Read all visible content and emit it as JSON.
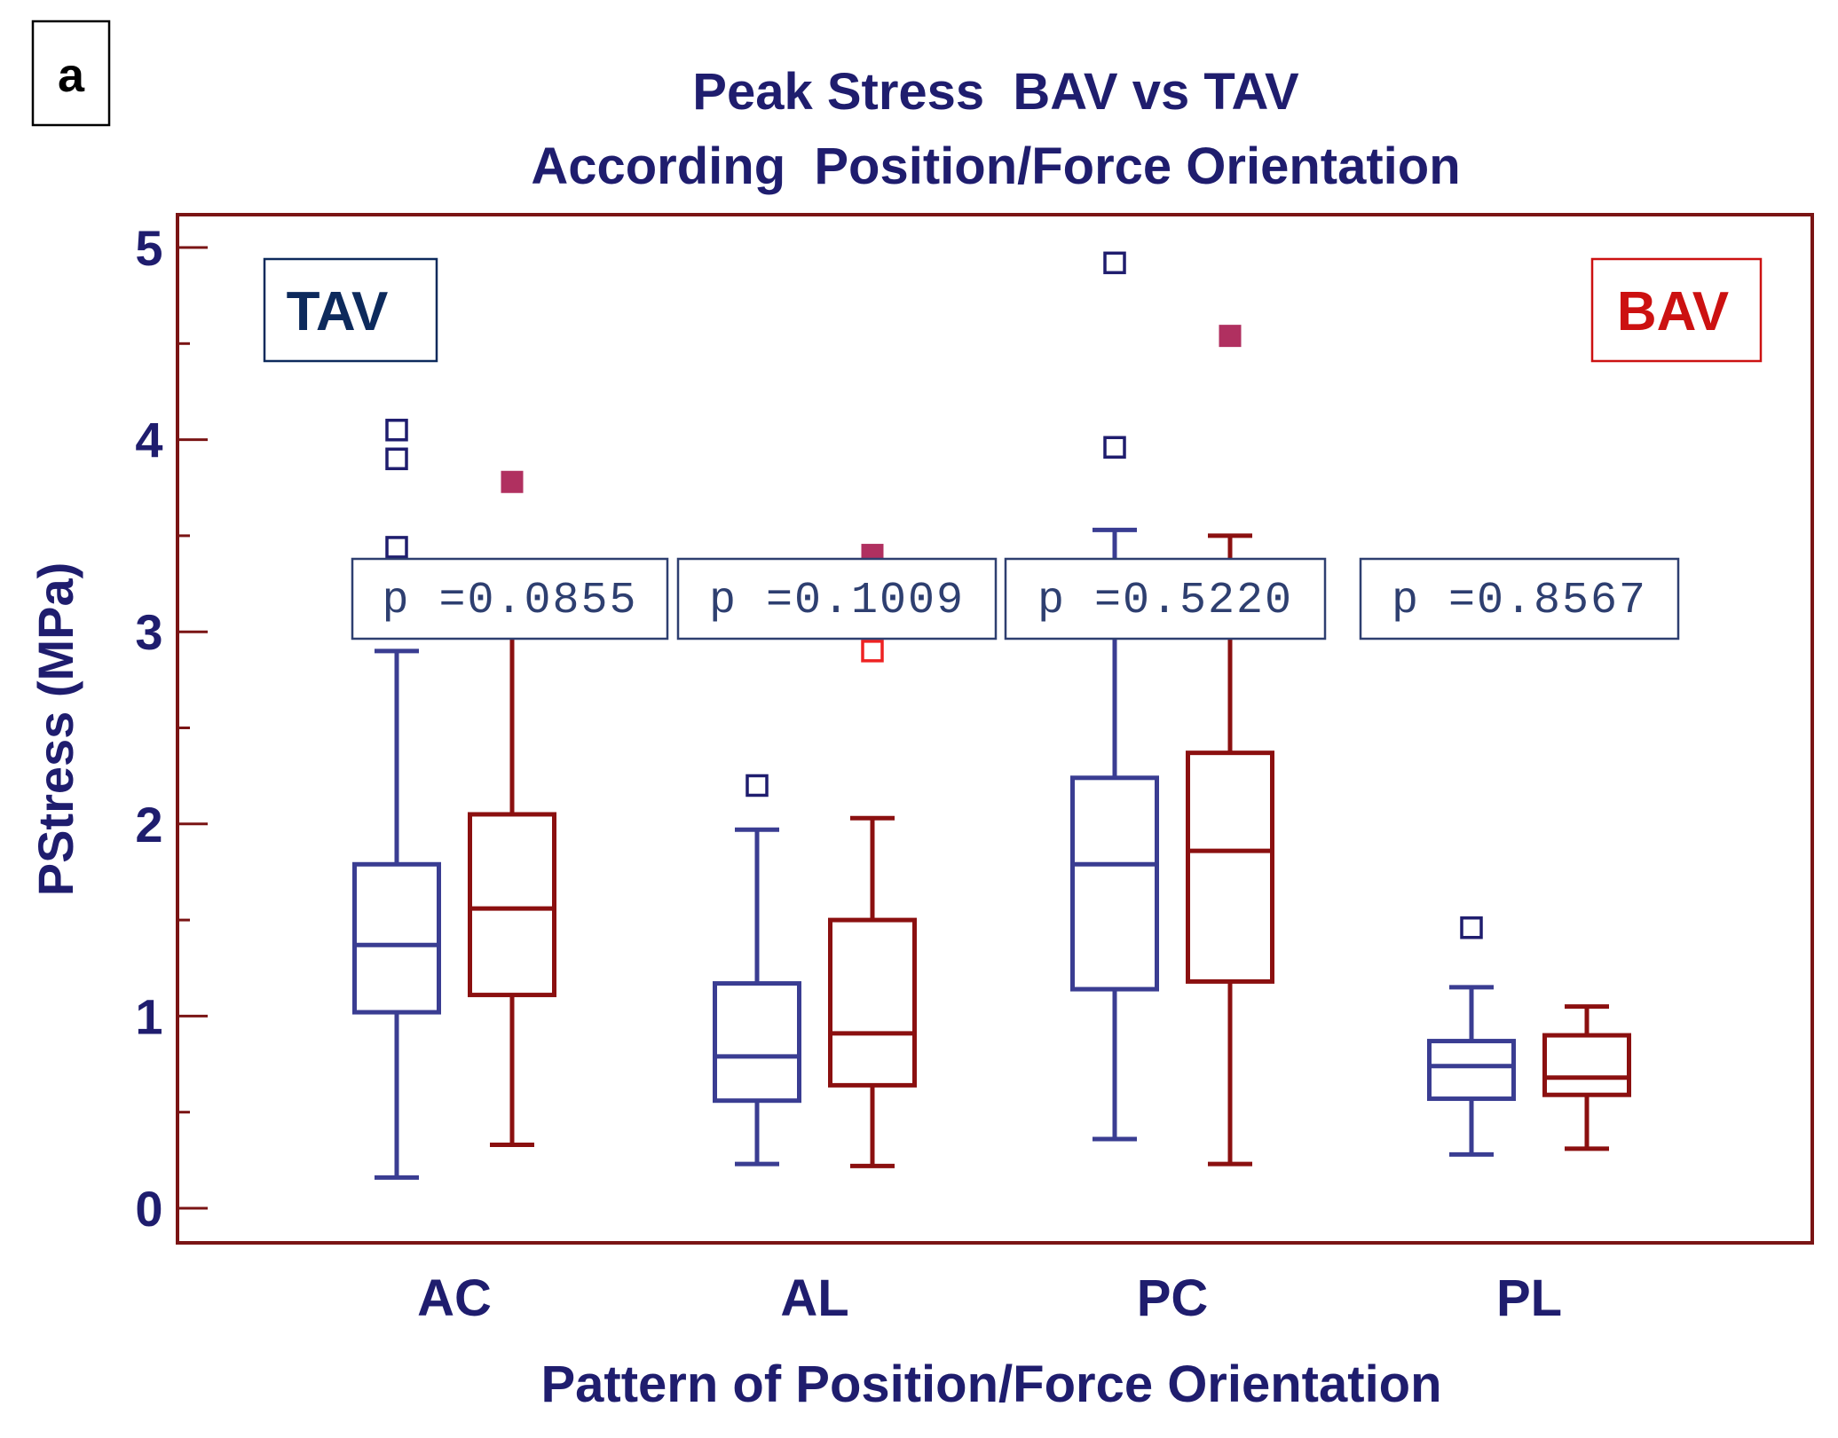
{
  "panel_label": "a",
  "chart_data": {
    "type": "box",
    "title": [
      "Peak Stress  BAV vs TAV",
      "According  Position/Force Orientation"
    ],
    "xlabel": "Pattern of Position/Force Orientation",
    "ylabel": "PStress (MPa)",
    "ylim": [
      0,
      5
    ],
    "yticks": [
      "0",
      "1",
      "2",
      "3",
      "4",
      "5"
    ],
    "categories": [
      "AC",
      "AL",
      "PC",
      "PL"
    ],
    "legend": [
      {
        "label": "TAV",
        "color": "#0d2a5c",
        "position": "top-left"
      },
      {
        "label": "BAV",
        "color": "#cc1111",
        "position": "top-right"
      }
    ],
    "series": [
      {
        "name": "TAV",
        "color": "#3a3d92",
        "boxes": [
          {
            "whisker_low": 0.16,
            "q1": 1.02,
            "median": 1.37,
            "q3": 1.79,
            "whisker_high": 2.9,
            "outliers": [
              3.44,
              3.9,
              4.05
            ]
          },
          {
            "whisker_low": 0.23,
            "q1": 0.56,
            "median": 0.79,
            "q3": 1.17,
            "whisker_high": 1.97,
            "outliers": [
              2.2
            ]
          },
          {
            "whisker_low": 0.36,
            "q1": 1.14,
            "median": 1.79,
            "q3": 2.24,
            "whisker_high": 3.53,
            "outliers": [
              3.96,
              4.92
            ]
          },
          {
            "whisker_low": 0.28,
            "q1": 0.57,
            "median": 0.74,
            "q3": 0.87,
            "whisker_high": 1.15,
            "outliers": [
              1.46
            ]
          }
        ]
      },
      {
        "name": "BAV",
        "color": "#8b1010",
        "boxes": [
          {
            "whisker_low": 0.33,
            "q1": 1.11,
            "median": 1.56,
            "q3": 2.05,
            "whisker_high": 3.0,
            "outliers": [
              3.78
            ]
          },
          {
            "whisker_low": 0.22,
            "q1": 0.64,
            "median": 0.91,
            "q3": 1.5,
            "whisker_high": 2.03,
            "outliers": [
              2.9,
              3.4
            ]
          },
          {
            "whisker_low": 0.23,
            "q1": 1.18,
            "median": 1.86,
            "q3": 2.37,
            "whisker_high": 3.5,
            "outliers": [
              4.54
            ]
          },
          {
            "whisker_low": 0.31,
            "q1": 0.59,
            "median": 0.68,
            "q3": 0.9,
            "whisker_high": 1.05,
            "outliers": []
          }
        ]
      }
    ],
    "p_values": [
      "p =0.0855",
      "p =0.1009",
      "p =0.5220",
      "p =0.8567"
    ],
    "colors": {
      "title": "#1f1d6e",
      "frame": "#7a1414",
      "outlier_tav": "#1f1d6e",
      "outlier_bav_filled": "#b03060",
      "outlier_bav_hollow": "#ee2222"
    }
  }
}
